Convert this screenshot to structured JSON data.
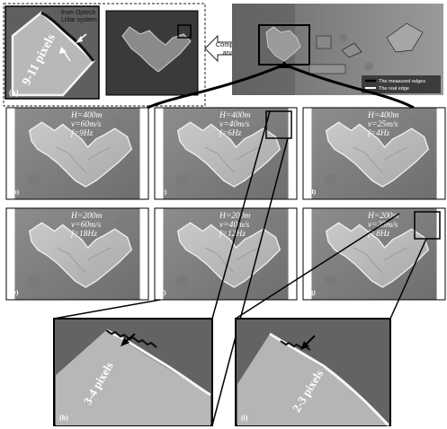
{
  "panel_a": {
    "label": "(a)",
    "annotation": "from Optech\nLidar system",
    "measure": "9-11 pixels"
  },
  "comparison": "Comparison\nanalysis",
  "legend": {
    "measured": "The measured edges",
    "real": "The real edge"
  },
  "panels": [
    {
      "label": "(b)",
      "H": "H=400m",
      "v": "v=60m/s",
      "f": "f=9Hz"
    },
    {
      "label": "(c)",
      "H": "H=400m",
      "v": "v=40m/s",
      "f": "f=6Hz"
    },
    {
      "label": "(d)",
      "H": "H=400m",
      "v": "v=25m/s",
      "f": "f=4Hz"
    },
    {
      "label": "(e)",
      "H": "H=200m",
      "v": "v=60m/s",
      "f": "f=18Hz"
    },
    {
      "label": "(f)",
      "H": "H=200m",
      "v": "v=40m/s",
      "f": "f=12Hz"
    },
    {
      "label": "(g)",
      "H": "H=200m",
      "v": "v=25m/s",
      "f": "f=8Hz"
    }
  ],
  "zoom_h": {
    "label": "(h)",
    "measure": "3-4 pixels"
  },
  "zoom_i": {
    "label": "(i)",
    "measure": "2-3 pixels"
  }
}
